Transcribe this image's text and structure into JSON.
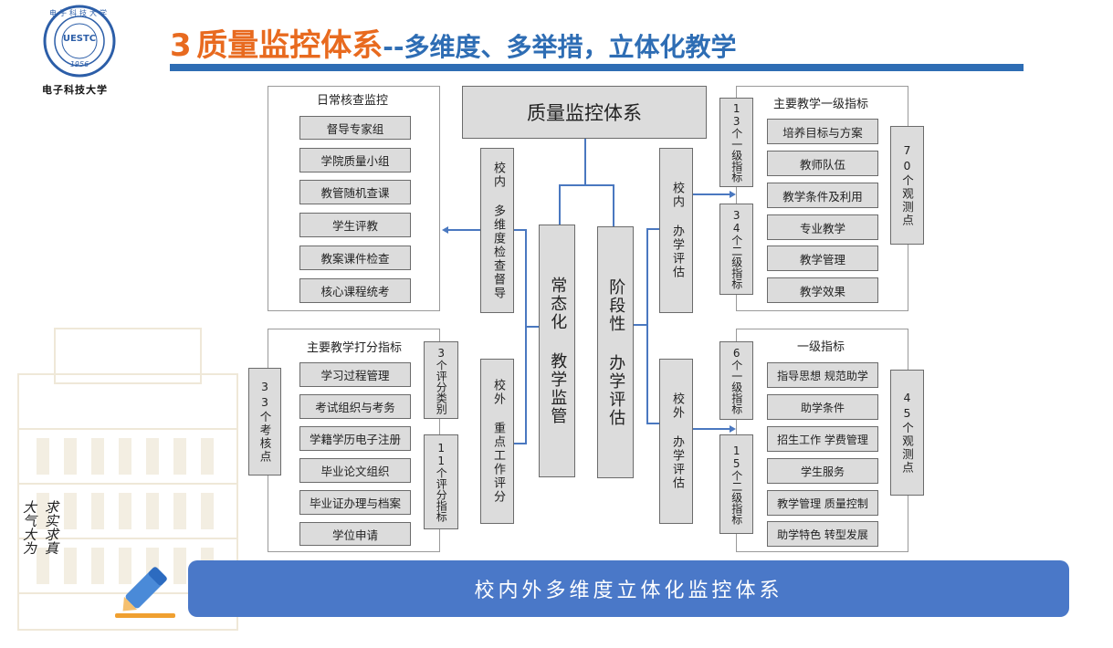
{
  "header": {
    "title_number": "3",
    "title_main": "质量监控体系",
    "title_dash": "--",
    "title_sub": "多维度、多举措，立体化教学",
    "univ_name": "电子科技大学",
    "logo_abbr": "UESTC",
    "logo_year": "1956",
    "logo_ring_text": "电子科技大学",
    "colors": {
      "accent_orange": "#e86a1f",
      "accent_blue": "#2e6db4",
      "banner_blue": "#4a78c8"
    }
  },
  "calligraphy": [
    "大气大为",
    "求实求真"
  ],
  "center": {
    "title": "质量监控体系",
    "regular": "常态化 教学监管",
    "periodic": "阶段性 办学评估"
  },
  "connectors": {
    "internal_check": "校内 多维度检查督导",
    "external_score": "校外 重点工作评分",
    "internal_eval": "校内 办学评估",
    "external_eval": "校外 办学评估"
  },
  "panel_daily": {
    "title": "日常核查监控",
    "items": [
      "督导专家组",
      "学院质量小组",
      "教管随机查课",
      "学生评教",
      "教案课件检查",
      "核心课程统考"
    ]
  },
  "panel_scoring": {
    "title": "主要教学打分指标",
    "items": [
      "学习过程管理",
      "考试组织与考务",
      "学籍学历电子注册",
      "毕业论文组织",
      "毕业证办理与档案",
      "学位申请"
    ],
    "left_note": "33个考核点",
    "note_categories": "3个评分类别",
    "note_indicators": "11个评分指标"
  },
  "panel_primary": {
    "title": "主要教学一级指标",
    "items": [
      "培养目标与方案",
      "教师队伍",
      "教学条件及利用",
      "专业教学",
      "教学管理",
      "教学效果"
    ],
    "note_level1": "13个一级指标",
    "note_level2": "34个二级指标",
    "right_note": "70个观测点"
  },
  "panel_level1": {
    "title": "一级指标",
    "items": [
      "指导思想 规范助学",
      "助学条件",
      "招生工作 学费管理",
      "学生服务",
      "教学管理 质量控制",
      "助学特色 转型发展"
    ],
    "note_level1": "6个一级指标",
    "note_level2": "15个二级指标",
    "right_note": "45个观测点"
  },
  "banner": {
    "text": "校内外多维度立体化监控体系"
  },
  "icons": [
    "pencil-icon"
  ]
}
